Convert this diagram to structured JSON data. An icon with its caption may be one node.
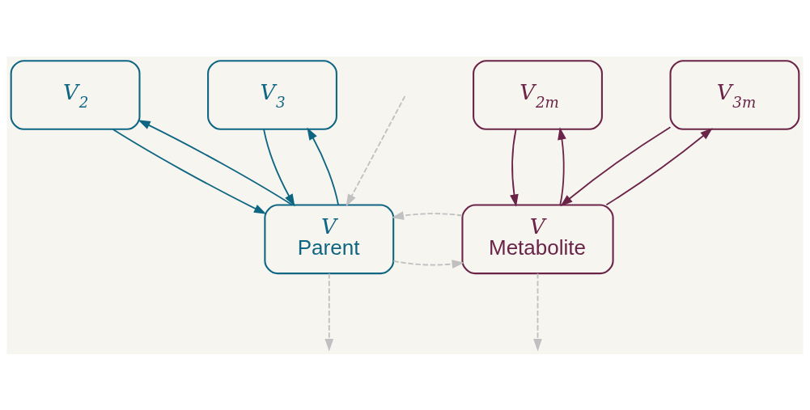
{
  "diagram": {
    "nodes": [
      {
        "text": [
          "V$_{2}$"
        ]
      },
      {
        "text": [
          "V$_{3}$"
        ]
      },
      {
        "text": [
          "V$_{2m}$"
        ]
      },
      {
        "text": [
          "V$_{3m}$"
        ]
      },
      {
        "text": [
          "V",
          "Parent"
        ]
      },
      {
        "text": [
          "V",
          "Metabolite"
        ]
      }
    ],
    "edges": [
      {
        "from": 0,
        "to": 4,
        "arrow": "to",
        "color": "#0e6682"
      },
      {
        "from": 4,
        "to": 0,
        "arrow": "to",
        "color": "#0e6682"
      },
      {
        "from": 4,
        "to": 1,
        "arrow": "to",
        "color": "#0e6682"
      },
      {
        "from": 1,
        "to": 4,
        "arrow": "to",
        "color": "#0e6682"
      },
      {
        "from": 2,
        "to": 5,
        "arrow": "to",
        "color": "#6a2448"
      },
      {
        "from": 5,
        "to": 2,
        "arrow": "to",
        "color": "#6a2448"
      },
      {
        "from": 5,
        "to": 3,
        "arrow": "to",
        "color": "#6a2448"
      },
      {
        "from": 3,
        "to": 5,
        "arrow": "to",
        "color": "#6a2448"
      },
      {
        "from": null,
        "to": 4,
        "arrow": "to",
        "style": "dashed",
        "color": "#c0c0c0"
      },
      {
        "from": 4,
        "to": 5,
        "arrow": "to",
        "style": "dashed",
        "color": "#c0c0c0"
      },
      {
        "from": 5,
        "to": 4,
        "arrow": "to",
        "style": "dashed",
        "color": "#c0c0c0"
      },
      {
        "from": 4,
        "to": null,
        "arrow": "to",
        "style": "dashed",
        "color": "#c0c0c0"
      },
      {
        "from": 5,
        "to": null,
        "arrow": "to",
        "style": "dashed",
        "color": "#c0c0c0"
      }
    ]
  }
}
